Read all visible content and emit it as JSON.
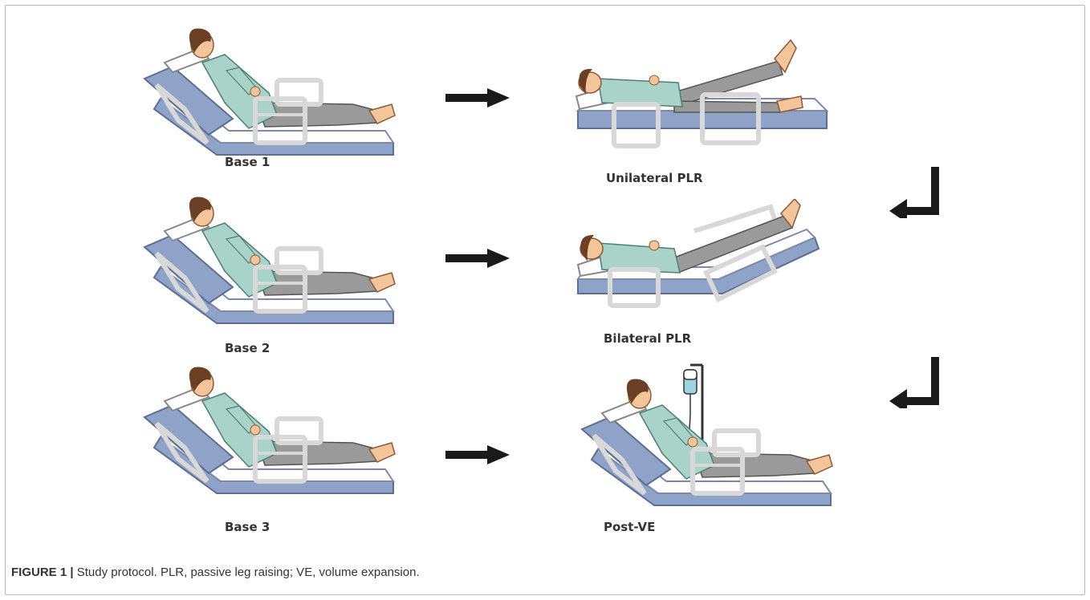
{
  "figure": {
    "caption_label": "FIGURE 1 |",
    "caption_text": " Study protocol. PLR, passive leg raising; VE, volume expansion."
  },
  "panels": {
    "base1": "Base 1",
    "unilateral": "Unilateral PLR",
    "base2": "Base 2",
    "bilateral": "Bilateral PLR",
    "base3": "Base 3",
    "postve": "Post-VE"
  },
  "colors": {
    "mattress": "#8fa3c9",
    "sheet": "#ffffff",
    "shirt": "#a9d3c8",
    "pants": "#9a9a9a",
    "skin": "#f4c59b",
    "hair": "#6b3f24",
    "rail": "#e4e4e4",
    "arrow": "#1a1a1a",
    "iv_fluid": "#9fd3e0"
  }
}
